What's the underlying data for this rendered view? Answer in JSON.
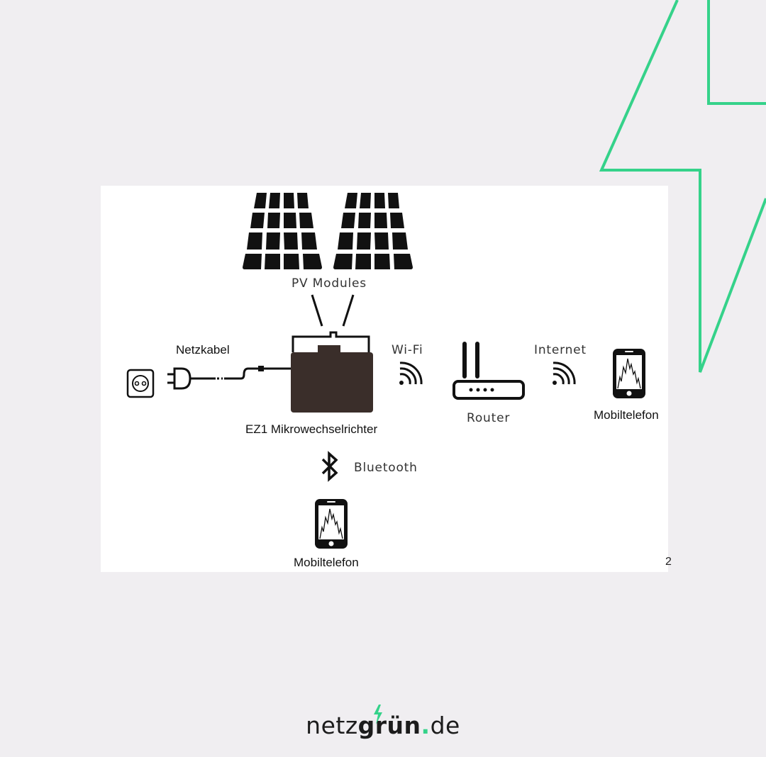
{
  "diagram": {
    "pv_label": "PV Modules",
    "netzkabel_label": "Netzkabel",
    "inverter_label": "EZ1 Mikrowechselrichter",
    "wifi_label": "Wi-Fi",
    "router_label": "Router",
    "internet_label": "Internet",
    "phone_right_label": "Mobiltelefon",
    "bluetooth_label": "Bluetooth",
    "phone_bottom_label": "Mobiltelefon",
    "page_marker": "2"
  },
  "brand": {
    "prefix": "netz",
    "bold": "grün",
    "dot": ".",
    "suffix": "de",
    "accent_color": "#35d28a"
  }
}
